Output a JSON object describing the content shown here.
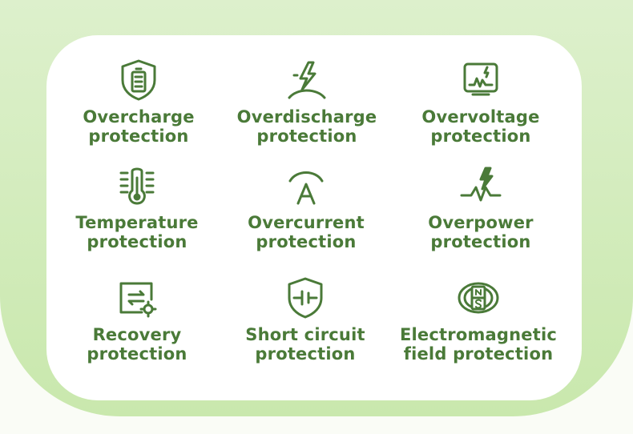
{
  "colors": {
    "accent_green": "#4a7a38",
    "background_green": "#d5edbf",
    "card_white": "#ffffff"
  },
  "features": [
    {
      "icon": "shield-battery-icon",
      "line1": "Overcharge",
      "line2": "protection"
    },
    {
      "icon": "lightning-discharge-icon",
      "line1": "Overdischarge",
      "line2": "protection"
    },
    {
      "icon": "monitor-voltage-icon",
      "line1": "Overvoltage",
      "line2": "protection"
    },
    {
      "icon": "thermometer-icon",
      "line1": "Temperature",
      "line2": "protection"
    },
    {
      "icon": "ammeter-icon",
      "line1": "Overcurrent",
      "line2": "protection"
    },
    {
      "icon": "power-surge-icon",
      "line1": "Overpower",
      "line2": "protection"
    },
    {
      "icon": "recovery-settings-icon",
      "line1": "Recovery",
      "line2": "protection"
    },
    {
      "icon": "shield-short-circuit-icon",
      "line1": "Short circuit",
      "line2": "protection"
    },
    {
      "icon": "magnet-field-icon",
      "line1": "Electromagnetic",
      "line2": "field protection"
    }
  ]
}
